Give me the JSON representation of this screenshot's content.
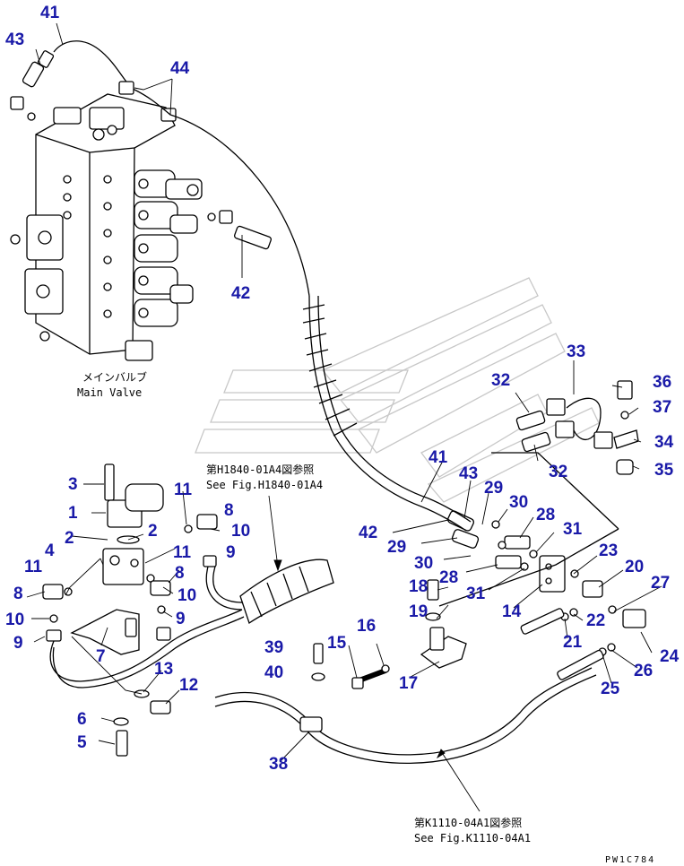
{
  "callout_color": "#1a1aa8",
  "line_color": "#000000",
  "drawing": {
    "main_valve_jp": "メインバルブ",
    "main_valve_en": "Main Valve",
    "ref1_jp": "第H1840-01A4図参照",
    "ref1_en": "See Fig.H1840-01A4",
    "ref2_jp": "第K1110-04A1図参照",
    "ref2_en": "See Fig.K1110-04A1",
    "drawing_code": "PW1C784"
  },
  "callouts": [
    {
      "n": "41"
    },
    {
      "n": "43"
    },
    {
      "n": "44"
    },
    {
      "n": "42"
    },
    {
      "n": "33"
    },
    {
      "n": "32"
    },
    {
      "n": "36"
    },
    {
      "n": "37"
    },
    {
      "n": "34"
    },
    {
      "n": "32"
    },
    {
      "n": "35"
    },
    {
      "n": "41"
    },
    {
      "n": "43"
    },
    {
      "n": "29"
    },
    {
      "n": "30"
    },
    {
      "n": "28"
    },
    {
      "n": "42"
    },
    {
      "n": "29"
    },
    {
      "n": "31"
    },
    {
      "n": "30"
    },
    {
      "n": "28"
    },
    {
      "n": "23"
    },
    {
      "n": "31"
    },
    {
      "n": "20"
    },
    {
      "n": "27"
    },
    {
      "n": "14"
    },
    {
      "n": "22"
    },
    {
      "n": "21"
    },
    {
      "n": "24"
    },
    {
      "n": "26"
    },
    {
      "n": "25"
    },
    {
      "n": "18"
    },
    {
      "n": "19"
    },
    {
      "n": "16"
    },
    {
      "n": "15"
    },
    {
      "n": "17"
    },
    {
      "n": "39"
    },
    {
      "n": "40"
    },
    {
      "n": "38"
    },
    {
      "n": "3"
    },
    {
      "n": "1"
    },
    {
      "n": "11"
    },
    {
      "n": "8"
    },
    {
      "n": "2"
    },
    {
      "n": "2"
    },
    {
      "n": "10"
    },
    {
      "n": "4"
    },
    {
      "n": "9"
    },
    {
      "n": "11"
    },
    {
      "n": "11"
    },
    {
      "n": "8"
    },
    {
      "n": "8"
    },
    {
      "n": "10"
    },
    {
      "n": "10"
    },
    {
      "n": "9"
    },
    {
      "n": "9"
    },
    {
      "n": "7"
    },
    {
      "n": "13"
    },
    {
      "n": "12"
    },
    {
      "n": "6"
    },
    {
      "n": "5"
    }
  ]
}
